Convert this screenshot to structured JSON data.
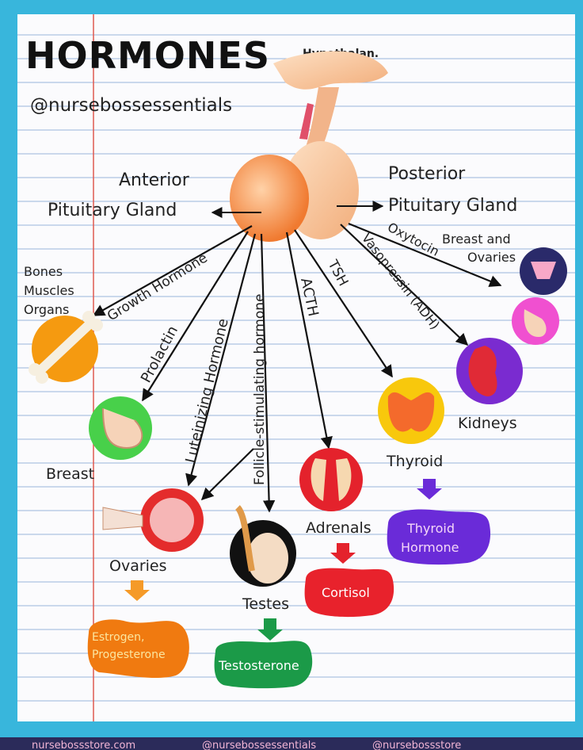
{
  "title": "HORMONES",
  "handle": "@nursebossessentials",
  "hypothalamus_label": "Hypothalan.",
  "anterior": {
    "line1": "Anterior",
    "line2": "Pituitary Gland"
  },
  "posterior": {
    "line1": "Posterior",
    "line2": "Pituitary Gland"
  },
  "hormones": {
    "growth": "Growth Hormone",
    "prolactin": "Prolactin",
    "lh": "Luteinizing Hormone",
    "fsh": "Follicle-stimulating hormone",
    "acth": "ACTH",
    "tsh": "TSH",
    "vasopressin": "Vasopressin (ADH)",
    "oxytocin": "Oxytocin"
  },
  "targets": {
    "bones": [
      "Bones",
      "Muscles",
      "Organs"
    ],
    "breast": "Breast",
    "ovaries": "Ovaries",
    "testes": "Testes",
    "adrenals": "Adrenals",
    "thyroid": "Thyroid",
    "kidneys": "Kidneys",
    "breast_ovaries": [
      "Breast and",
      "Ovaries"
    ]
  },
  "products": {
    "estrogen": [
      "Estrogen,",
      "Progesterone"
    ],
    "testosterone": "Testosterone",
    "cortisol": "Cortisol",
    "thyroid_hormone": [
      "Thyroid",
      "Hormone"
    ]
  },
  "footer": {
    "left": "nursebossstore.com",
    "middle": "@nursebossessentials",
    "right": "@nursebossstore"
  },
  "colors": {
    "paper": "#fbfbfd",
    "rule": "#9ab4dc",
    "margin": "#e05a50",
    "estrogen": "#f07a10",
    "testosterone": "#1b9a48",
    "cortisol": "#e8222c",
    "thyroid_hormone": "#6a2bd8",
    "frame": "#38b6dc"
  }
}
